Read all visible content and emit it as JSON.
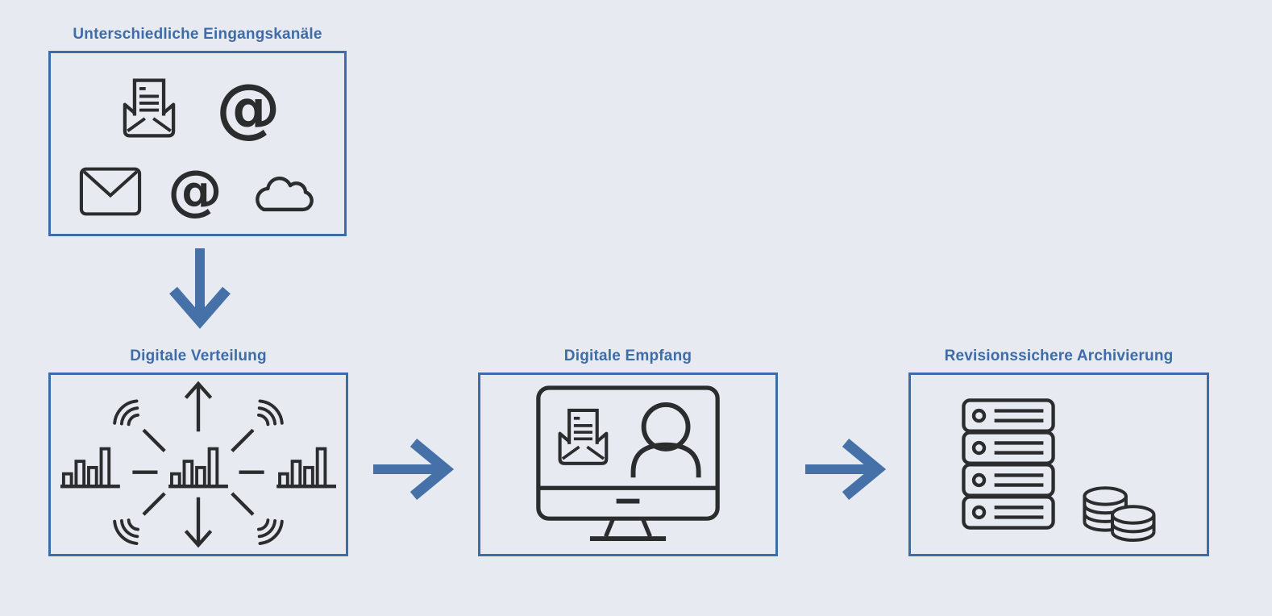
{
  "page": {
    "background": "#e8eaf1",
    "accent_blue": "#3e6ca8",
    "arrow_blue": "#4571a8",
    "icon_color": "#2b2c2e"
  },
  "diagram": {
    "at_symbol": "@",
    "nodes": {
      "input": {
        "title": "Unterschiedliche Eingangskanäle",
        "icons": [
          "mail-open",
          "at",
          "envelope",
          "at",
          "cloud"
        ]
      },
      "distribution": {
        "title": "Digitale Verteilung",
        "icons": [
          "distribution-network"
        ]
      },
      "reception": {
        "title": "Digitale Empfang",
        "icons": [
          "monitor-mail-user"
        ]
      },
      "archiving": {
        "title": "Revisionssichere Archivierung",
        "icons": [
          "server-stack",
          "coin-stacks"
        ]
      }
    },
    "connections": [
      {
        "from": "input",
        "to": "distribution",
        "direction": "down"
      },
      {
        "from": "distribution",
        "to": "reception",
        "direction": "right"
      },
      {
        "from": "reception",
        "to": "archiving",
        "direction": "right"
      }
    ]
  }
}
